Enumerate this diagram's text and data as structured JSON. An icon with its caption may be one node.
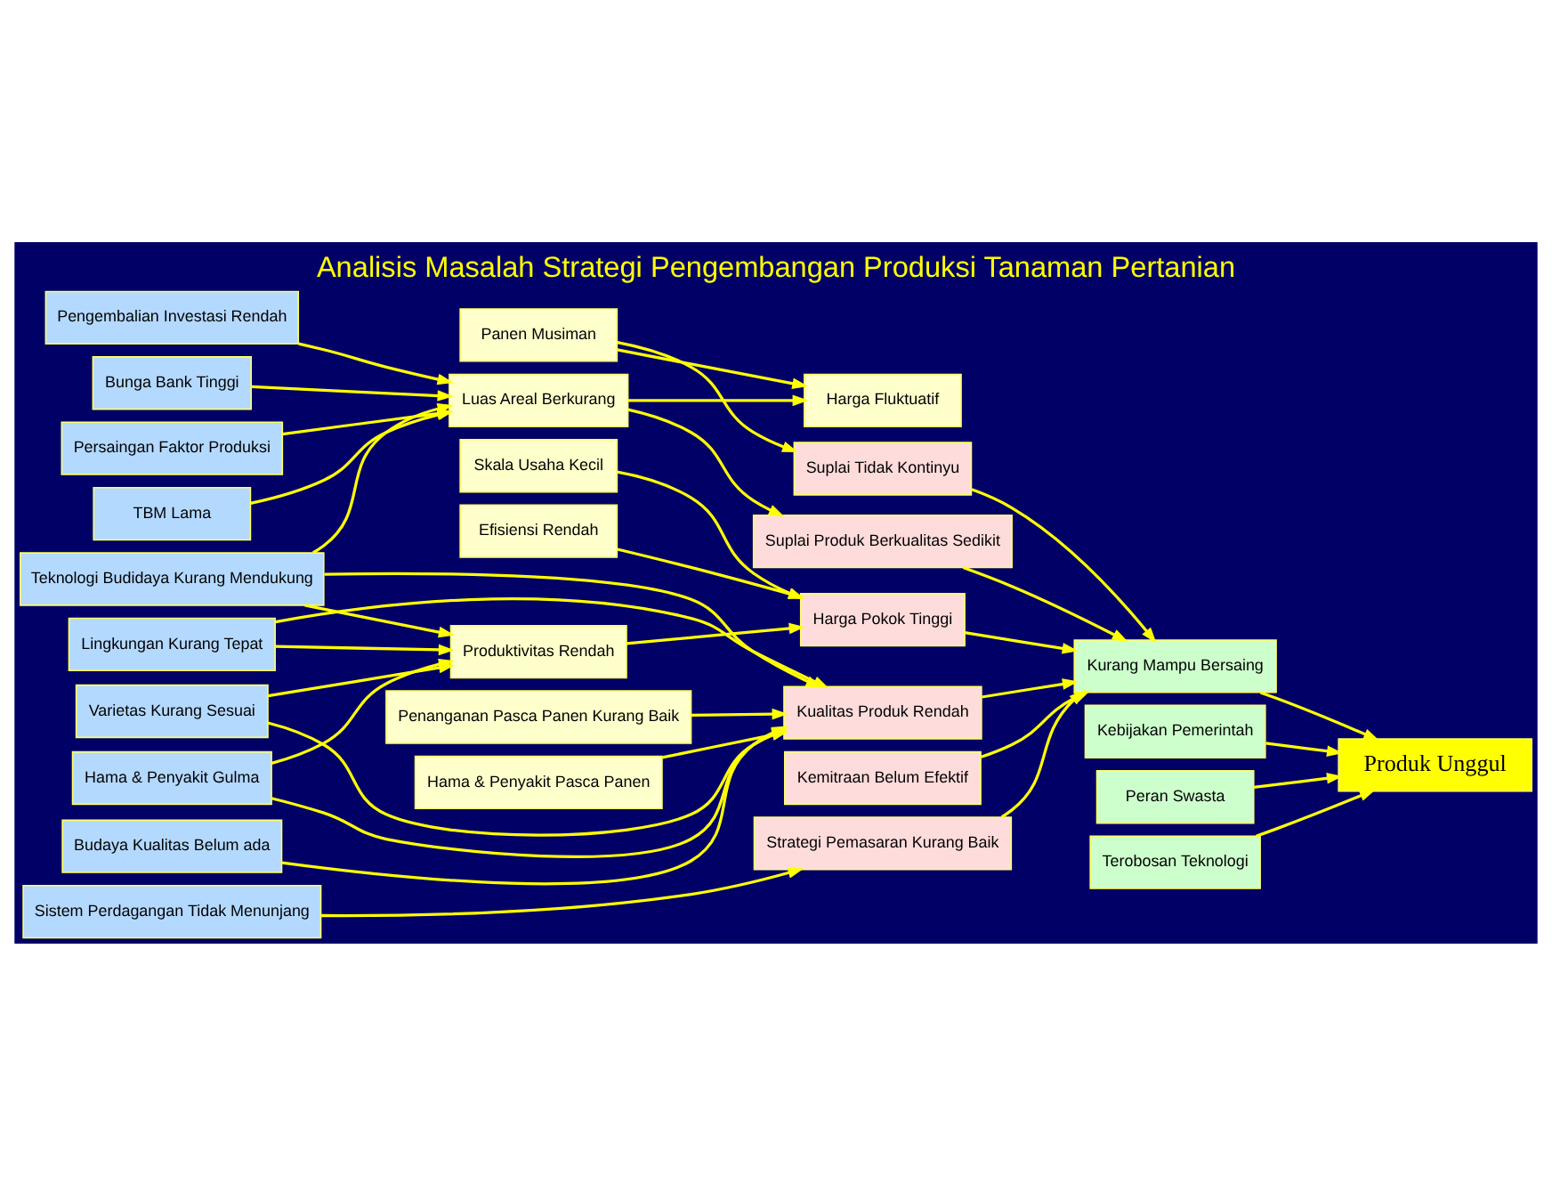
{
  "diagram": {
    "title": "Analisis Masalah Strategi Pengembangan Produksi Tanaman Pertanian",
    "nodes": [
      {
        "text": [
          "Pengembalian Investasi Rendah"
        ]
      },
      {
        "text": [
          "Bunga Bank Tinggi"
        ]
      },
      {
        "text": [
          "Persaingan Faktor Produksi"
        ]
      },
      {
        "text": [
          "TBM Lama"
        ]
      },
      {
        "text": [
          "Teknologi Budidaya Kurang Mendukung"
        ]
      },
      {
        "text": [
          "Lingkungan Kurang Tepat"
        ]
      },
      {
        "text": [
          "Varietas Kurang Sesuai"
        ]
      },
      {
        "text": [
          "Hama & Penyakit Gulma"
        ]
      },
      {
        "text": [
          "Panen Musiman"
        ]
      },
      {
        "text": [
          "Harga Fluktuatif"
        ]
      },
      {
        "text": [
          "Luas Areal Berkurang"
        ]
      },
      {
        "text": [
          "Produktivitas Rendah"
        ]
      },
      {
        "text": [
          "Skala Usaha Kecil"
        ]
      },
      {
        "text": [
          "Efisiensi Rendah"
        ]
      },
      {
        "text": [
          "Penanganan Pasca Panen Kurang Baik"
        ]
      },
      {
        "text": [
          "Hama & Penyakit Pasca Panen"
        ]
      },
      {
        "text": [
          "Budaya Kualitas Belum ada"
        ]
      },
      {
        "text": [
          "Sistem Perdagangan Tidak Menunjang"
        ]
      },
      {
        "text": [
          "Suplai Tidak Kontinyu"
        ]
      },
      {
        "text": [
          "Suplai Produk Berkualitas Sedikit"
        ]
      },
      {
        "text": [
          "Harga Pokok Tinggi"
        ]
      },
      {
        "text": [
          "Kualitas Produk Rendah"
        ]
      },
      {
        "text": [
          "Kemitraan Belum Efektif"
        ]
      },
      {
        "text": [
          "Strategi Pemasaran Kurang Baik"
        ]
      },
      {
        "text": [
          "Kurang Mampu Bersaing"
        ]
      },
      {
        "text": [
          "Kebijakan Pemerintah"
        ]
      },
      {
        "text": [
          "Produk Unggul"
        ]
      },
      {
        "text": [
          "Peran Swasta"
        ]
      },
      {
        "text": [
          "Terobosan Teknologi"
        ]
      }
    ],
    "edges": [
      {
        "from": 0,
        "to": 10,
        "arrow": "to"
      },
      {
        "from": 1,
        "to": 10,
        "arrow": "to"
      },
      {
        "from": 2,
        "to": 10,
        "arrow": "to"
      },
      {
        "from": 3,
        "to": 10,
        "arrow": "to"
      },
      {
        "from": 4,
        "to": 10,
        "arrow": "to"
      },
      {
        "from": 4,
        "to": 11,
        "arrow": "to"
      },
      {
        "from": 5,
        "to": 11,
        "arrow": "to"
      },
      {
        "from": 6,
        "to": 11,
        "arrow": "to"
      },
      {
        "from": 7,
        "to": 11,
        "arrow": "to"
      },
      {
        "from": 4,
        "to": 21,
        "arrow": "to"
      },
      {
        "from": 5,
        "to": 21,
        "arrow": "to"
      },
      {
        "from": 6,
        "to": 21,
        "arrow": "to"
      },
      {
        "from": 7,
        "to": 21,
        "arrow": "to"
      },
      {
        "from": 8,
        "to": 9,
        "arrow": "to"
      },
      {
        "from": 10,
        "to": 9,
        "arrow": "to"
      },
      {
        "from": 8,
        "to": 18,
        "arrow": "to"
      },
      {
        "from": 10,
        "to": 19,
        "arrow": "to"
      },
      {
        "from": 11,
        "to": 20,
        "arrow": "to"
      },
      {
        "from": 12,
        "to": 20,
        "arrow": "to"
      },
      {
        "from": 13,
        "to": 20,
        "arrow": "to"
      },
      {
        "from": 14,
        "to": 21,
        "arrow": "to"
      },
      {
        "from": 15,
        "to": 21,
        "arrow": "to"
      },
      {
        "from": 16,
        "to": 21,
        "arrow": "to"
      },
      {
        "from": 17,
        "to": 23,
        "arrow": "to"
      },
      {
        "from": 18,
        "to": 24,
        "arrow": "to"
      },
      {
        "from": 19,
        "to": 24,
        "arrow": "to"
      },
      {
        "from": 20,
        "to": 24,
        "arrow": "to"
      },
      {
        "from": 21,
        "to": 24,
        "arrow": "to"
      },
      {
        "from": 22,
        "to": 24,
        "arrow": "to"
      },
      {
        "from": 23,
        "to": 24,
        "arrow": "to"
      },
      {
        "from": 24,
        "to": 26,
        "arrow": "to"
      },
      {
        "from": 25,
        "to": 26,
        "arrow": "to"
      },
      {
        "from": 27,
        "to": 26,
        "arrow": "to"
      },
      {
        "from": 28,
        "to": 26,
        "arrow": "to"
      }
    ]
  }
}
